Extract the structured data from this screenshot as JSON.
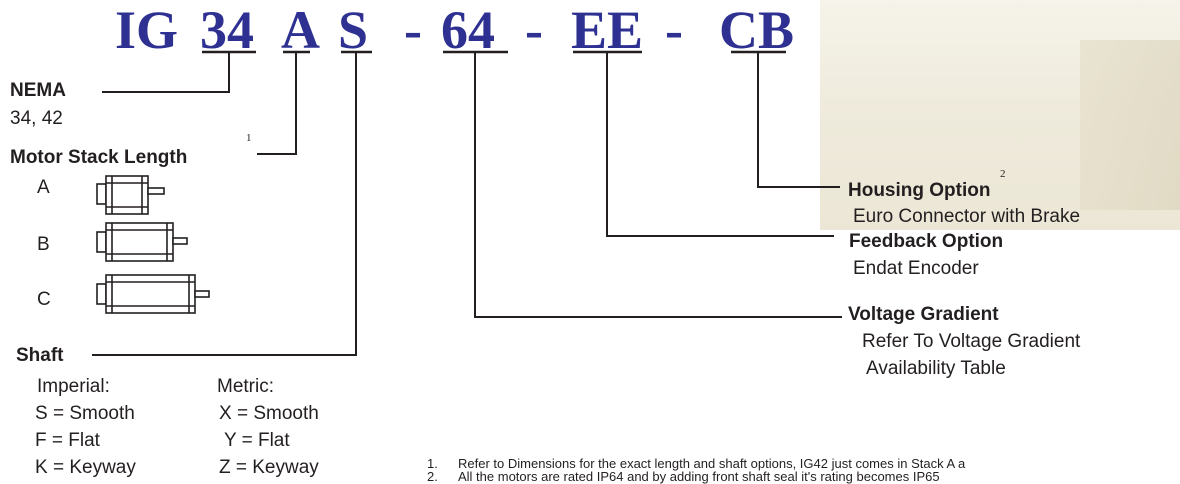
{
  "model_code": {
    "family": "IG",
    "nema": "34",
    "stack": "A",
    "shaft": "S",
    "dash1": "-",
    "voltage": "64",
    "dash2": "-",
    "feedback": "EE",
    "dash3": "-",
    "housing": "CB"
  },
  "nema": {
    "title": "NEMA",
    "values": "34, 42"
  },
  "stack": {
    "title": "Motor Stack Length",
    "footnote": "1",
    "options": [
      "A",
      "B",
      "C"
    ]
  },
  "shaft": {
    "title": "Shaft",
    "imperial_header": "Imperial:",
    "metric_header": "Metric:",
    "imperial": [
      "S = Smooth",
      "F = Flat",
      "K = Keyway"
    ],
    "metric": [
      "X = Smooth",
      "Y = Flat",
      "Z = Keyway"
    ]
  },
  "housing": {
    "title": "Housing Option",
    "footnote": "2",
    "value": "Euro Connector with Brake"
  },
  "feedback": {
    "title": "Feedback Option",
    "value": "Endat Encoder"
  },
  "voltage": {
    "title": "Voltage Gradient",
    "line1": "Refer To Voltage Gradient",
    "line2": "Availability Table"
  },
  "notes": [
    {
      "num": "1.",
      "text": "Refer to Dimensions for the exact length and shaft options, IG42 just comes in Stack A a"
    },
    {
      "num": "2.",
      "text": "All the motors are rated IP64 and by adding front shaft seal it's rating becomes IP65"
    }
  ],
  "colors": {
    "code": "#2e3192",
    "text": "#231f20"
  }
}
